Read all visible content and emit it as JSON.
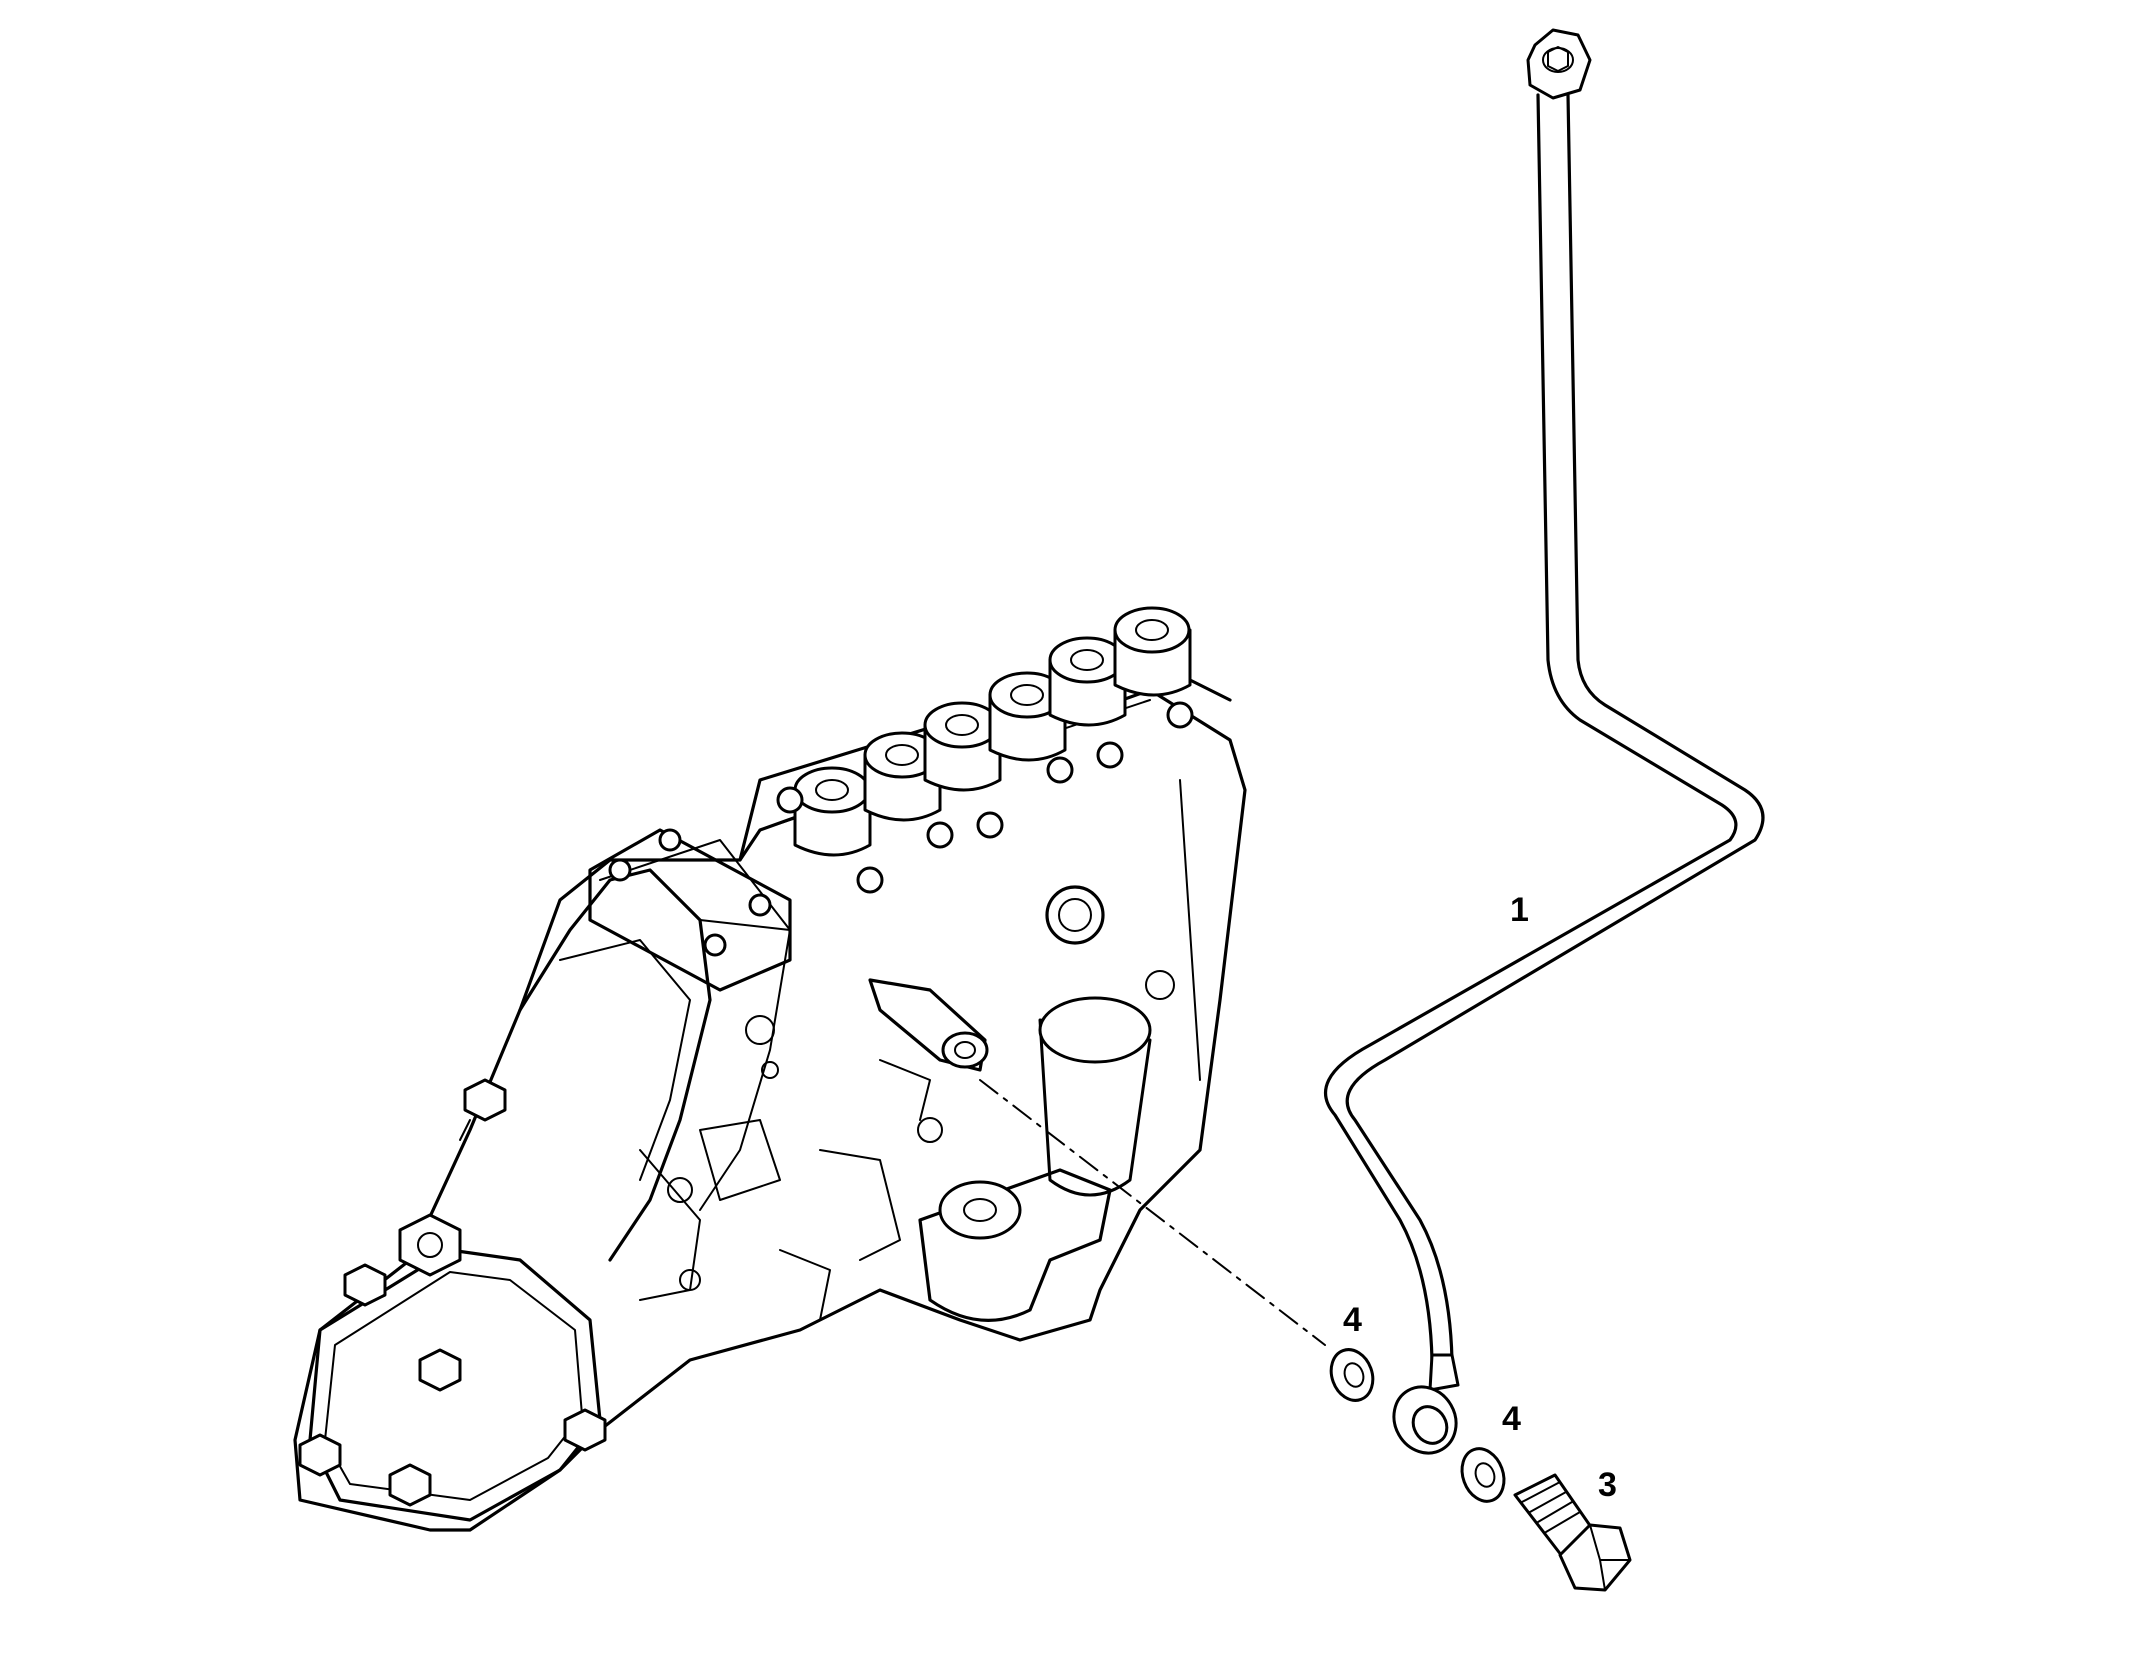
{
  "diagram": {
    "callouts": {
      "pipe": "1",
      "washer_upper": "4",
      "washer_lower": "4",
      "banjo_bolt": "3"
    },
    "parts": [
      "injection-pump",
      "fuel-return-pipe",
      "banjo-bolt",
      "sealing-washer",
      "sealing-washer"
    ],
    "line_color": "#000000",
    "background": "#ffffff"
  }
}
